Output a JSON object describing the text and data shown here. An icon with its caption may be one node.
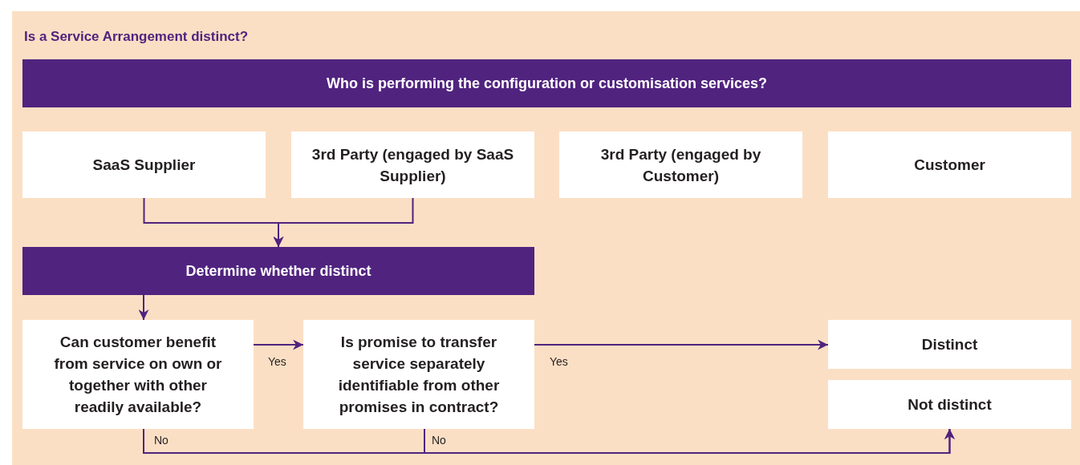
{
  "diagram": {
    "title": "Is a Service Arrangement distinct?",
    "nodes": [
      {
        "text": [
          "Who is performing the configuration or customisation services?"
        ]
      },
      {
        "text": [
          "SaaS Supplier"
        ]
      },
      {
        "text": [
          "3rd Party (engaged by SaaS Supplier)"
        ]
      },
      {
        "text": [
          "3rd Party (engaged by Customer)"
        ]
      },
      {
        "text": [
          "Customer"
        ]
      },
      {
        "text": [
          "Determine whether distinct"
        ]
      },
      {
        "text": [
          "Can customer benefit from service on own or together with other readily available?"
        ]
      },
      {
        "text": [
          "Is promise to transfer service separately identifiable from other promises in contract?"
        ]
      },
      {
        "text": [
          "Distinct"
        ]
      },
      {
        "text": [
          "Not distinct"
        ]
      }
    ],
    "edges": [
      {
        "from": 1,
        "to": 5,
        "arrow": "to"
      },
      {
        "from": 2,
        "to": 5,
        "arrow": "to"
      },
      {
        "from": 5,
        "to": 6,
        "arrow": "to"
      },
      {
        "from": 6,
        "to": 7,
        "arrow": "to",
        "label": "Yes"
      },
      {
        "from": 7,
        "to": 8,
        "arrow": "to",
        "label": "Yes"
      },
      {
        "from": 6,
        "to": 9,
        "arrow": "to",
        "label": "No"
      },
      {
        "from": 7,
        "to": 9,
        "arrow": "to",
        "label": "No"
      }
    ]
  }
}
